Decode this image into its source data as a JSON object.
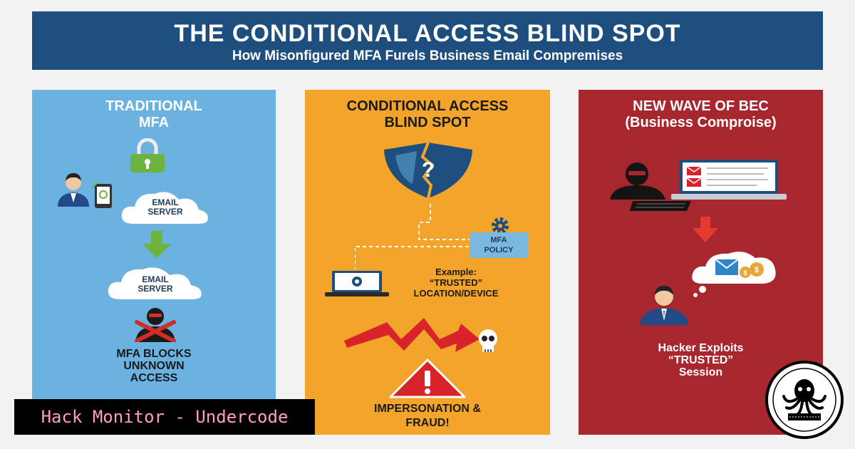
{
  "header": {
    "title": "THE CONDITIONAL ACCESS BLIND SPOT",
    "subtitle": "How Misonfigured MFA Furels Business Email Compremises"
  },
  "panels": [
    {
      "title_line1": "TRADITIONAL",
      "title_line2": "MFA",
      "cloud1_line1": "EMAIL",
      "cloud1_line2": "SERVER",
      "cloud2_line1": "EMAIL",
      "cloud2_line2": "SERVER",
      "caption_line1": "MFA BLOCKS",
      "caption_line2": "UNKNOWN",
      "caption_line3": "ACCESS",
      "color": "#6cb2e0"
    },
    {
      "title_line1": "CONDITIONAL ACCESS",
      "title_line2": "BLIND SPOT",
      "policy_line1": "MFA",
      "policy_line2": "POLICY",
      "example_line1": "Example:",
      "example_line2": "“TRUSTED”",
      "example_line3": "LOCATION/DEVICE",
      "caption_line1": "IMPERSONATION &",
      "caption_line2": "FRAUD!",
      "color": "#f2a52a"
    },
    {
      "title_line1": "NEW WAVE OF BEC",
      "title_line2": "(Business Comproise)",
      "caption_line1": "Hacker Exploits",
      "caption_line2": "“TRUSTED”",
      "caption_line3": "Session",
      "color": "#a8262d"
    }
  ],
  "footer": {
    "label": "Hack Monitor - Undercode"
  },
  "colors": {
    "banner": "#1d4e7e",
    "footer_text": "#ff9fbf"
  }
}
